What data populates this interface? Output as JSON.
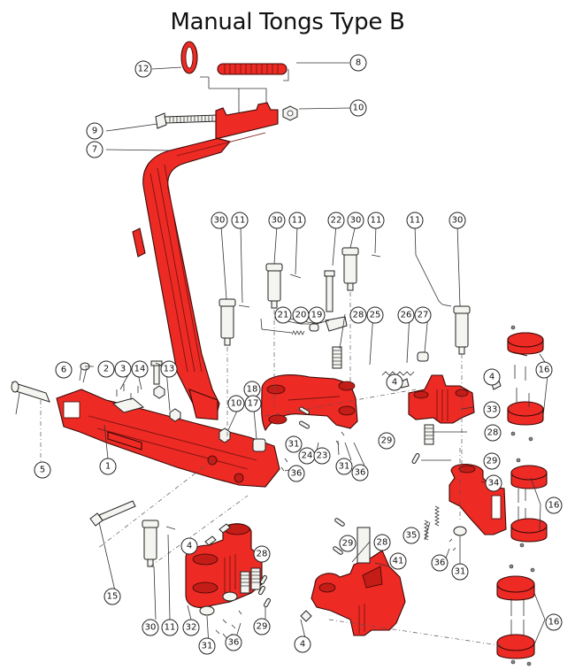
{
  "title": "Manual Tongs Type B",
  "colors": {
    "part_highlight": "#ee2a24",
    "outline": "#222222",
    "background": "#ffffff"
  },
  "callouts": {
    "c1": "1",
    "c2": "2",
    "c3": "3",
    "c4a": "4",
    "c4b": "4",
    "c4c": "4",
    "c4d": "4",
    "c5": "5",
    "c6": "6",
    "c7": "7",
    "c8": "8",
    "c9": "9",
    "c10a": "10",
    "c10b": "10",
    "c11a": "11",
    "c11b": "11",
    "c11c": "11",
    "c11d": "11",
    "c11e": "11",
    "c12": "12",
    "c13": "13",
    "c14": "14",
    "c15": "15",
    "c16a": "16",
    "c16b": "16",
    "c16c": "16",
    "c17": "17",
    "c18": "18",
    "c19": "19",
    "c20": "20",
    "c21": "21",
    "c22": "22",
    "c23": "23",
    "c24": "24",
    "c25": "25",
    "c26": "26",
    "c27": "27",
    "c28a": "28",
    "c28b": "28",
    "c28c": "28",
    "c28d": "28",
    "c29a": "29",
    "c29b": "29",
    "c29c": "29",
    "c29d": "29",
    "c30a": "30",
    "c30b": "30",
    "c30c": "30",
    "c30d": "30",
    "c30e": "30",
    "c31a": "31",
    "c31b": "31",
    "c31c": "31",
    "c31d": "31",
    "c32": "32",
    "c33": "33",
    "c34": "34",
    "c35": "35",
    "c36a": "36",
    "c36b": "36",
    "c36c": "36",
    "c36d": "36",
    "c41": "41"
  }
}
